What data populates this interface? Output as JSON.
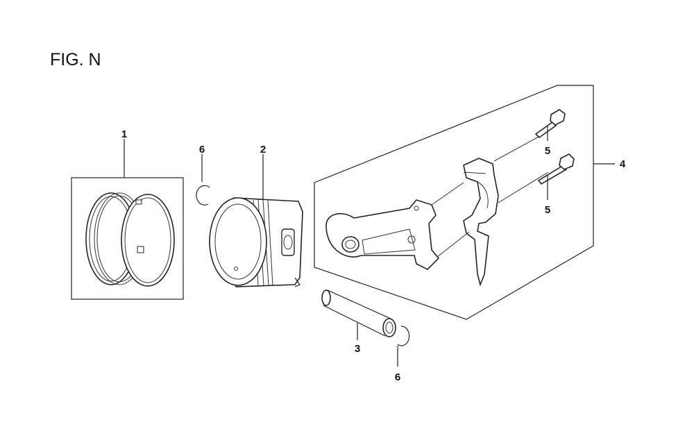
{
  "figure": {
    "title": "FIG. N"
  },
  "callouts": [
    {
      "id": "ring-set",
      "number": "1"
    },
    {
      "id": "piston",
      "number": "2"
    },
    {
      "id": "piston-pin",
      "number": "3"
    },
    {
      "id": "connecting-rod",
      "number": "4"
    },
    {
      "id": "rod-bolt-upper",
      "number": "5"
    },
    {
      "id": "rod-bolt-lower",
      "number": "5"
    },
    {
      "id": "pin-clip-left",
      "number": "6"
    },
    {
      "id": "pin-clip-right",
      "number": "6"
    }
  ]
}
